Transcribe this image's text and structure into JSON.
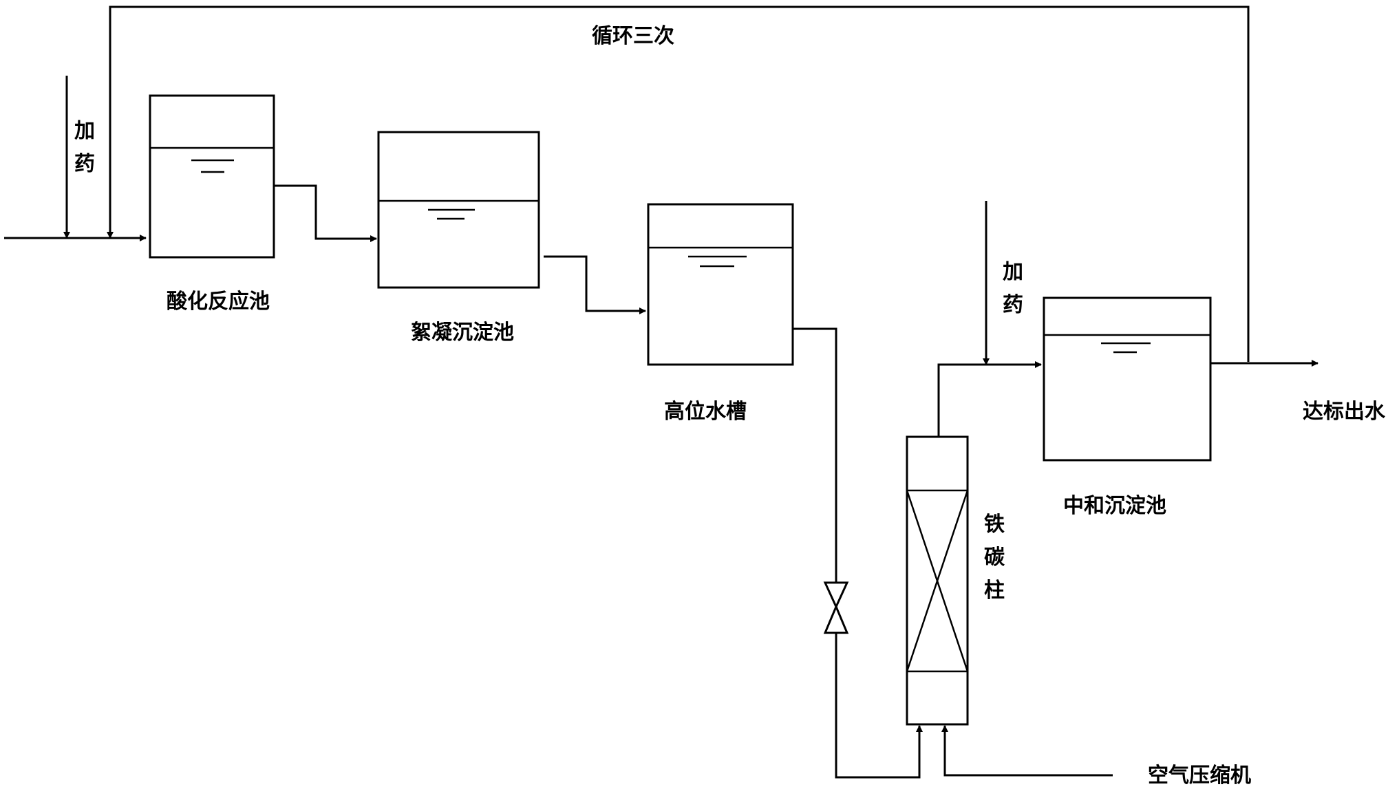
{
  "diagram": {
    "recycle_label": "循环三次",
    "dosing_label_1": [
      "加",
      "药"
    ],
    "dosing_label_2": [
      "加",
      "药"
    ],
    "units": {
      "acid_tank": "酸化反应池",
      "floc_tank": "絮凝沉淀池",
      "head_tank": "高位水槽",
      "iron_carbon_column": [
        "铁",
        "碳",
        "柱"
      ],
      "neutral_tank": "中和沉淀池",
      "outlet": "达标出水",
      "compressor": "空气压缩机"
    }
  }
}
